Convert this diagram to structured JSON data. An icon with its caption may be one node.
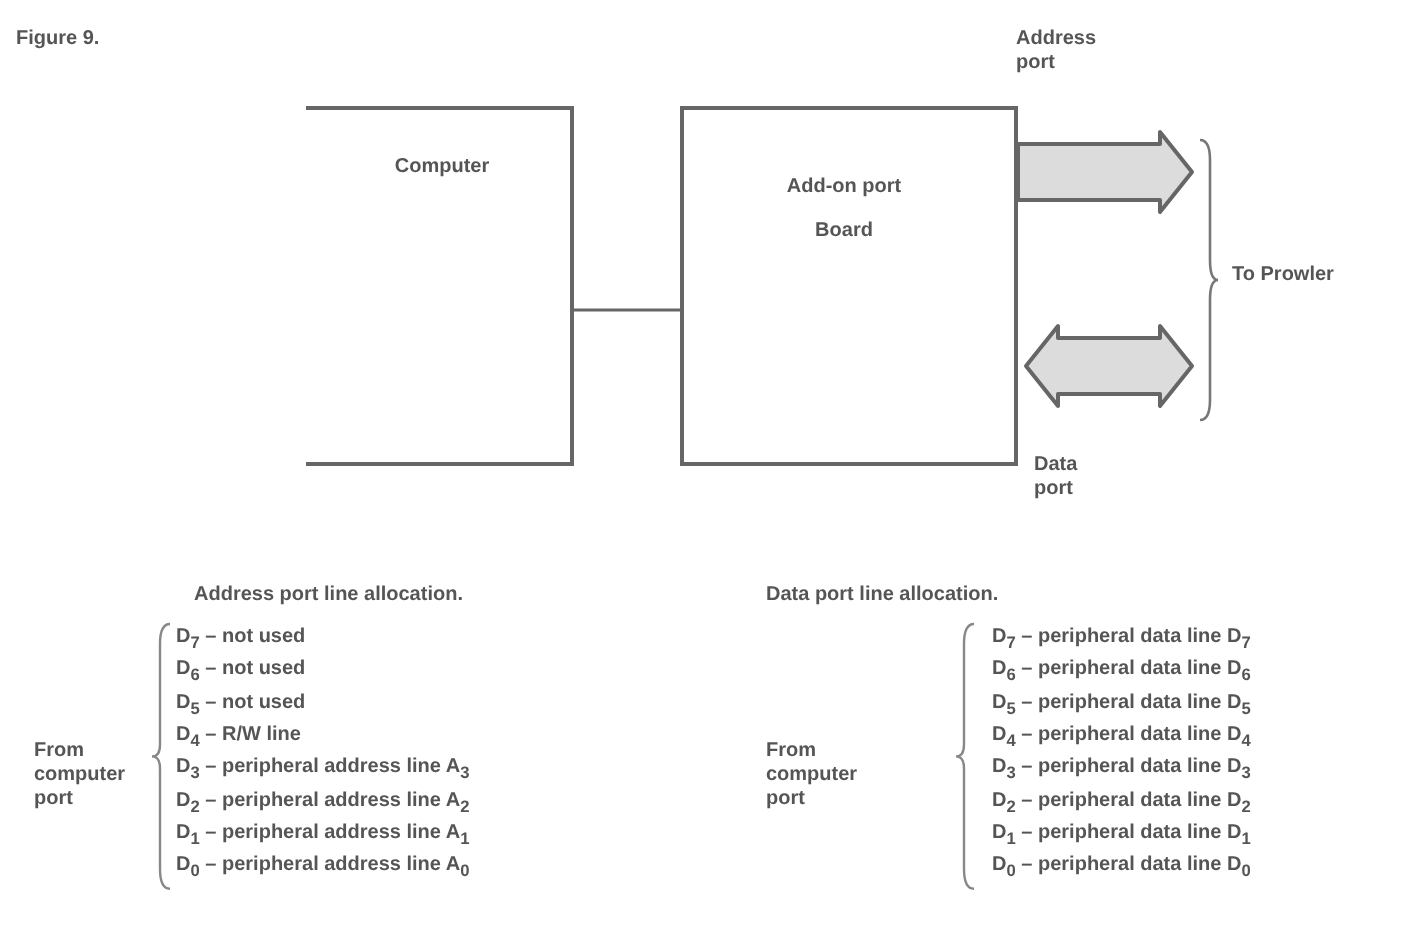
{
  "diagram": {
    "title": "Figure 9.",
    "nodes": [
      {
        "text": [
          "Computer"
        ]
      },
      {
        "text": [
          "Add-on port Board"
        ]
      },
      {
        "text": [
          "To Prowler"
        ]
      }
    ],
    "edges": [
      {
        "from": 0,
        "to": 1,
        "arrow": "none"
      },
      {
        "from": 1,
        "to": 2,
        "arrow": "to",
        "label": "Address port",
        "style": "thick"
      },
      {
        "from": 1,
        "to": 2,
        "arrow": "both",
        "label": "Data port",
        "style": "thick"
      }
    ],
    "labels": [
      "Address port line allocation.",
      "From computer port",
      "D$_{7}$ – not used",
      "D$_{6}$ – not used",
      "D$_{5}$ – not used",
      "D$_{4}$ – R/W line",
      "D$_{3}$ – peripheral address line A$_{3}$",
      "D$_{2}$ – peripheral address line A$_{2}$",
      "D$_{1}$ – peripheral address line A$_{1}$",
      "D$_{0}$ – peripheral address line A$_{0}$",
      "Data port line allocation.",
      "From computer port",
      "D$_{7}$ – peripheral data line D$_{7}$",
      "D$_{6}$ – peripheral data line D$_{6}$",
      "D$_{5}$ – peripheral data line D$_{5}$",
      "D$_{4}$ – peripheral data line D$_{4}$",
      "D$_{3}$ – peripheral data line D$_{3}$",
      "D$_{2}$ – peripheral data line D$_{2}$",
      "D$_{1}$ – peripheral data line D$_{1}$",
      "D$_{0}$ – peripheral data line D$_{0}$"
    ]
  }
}
